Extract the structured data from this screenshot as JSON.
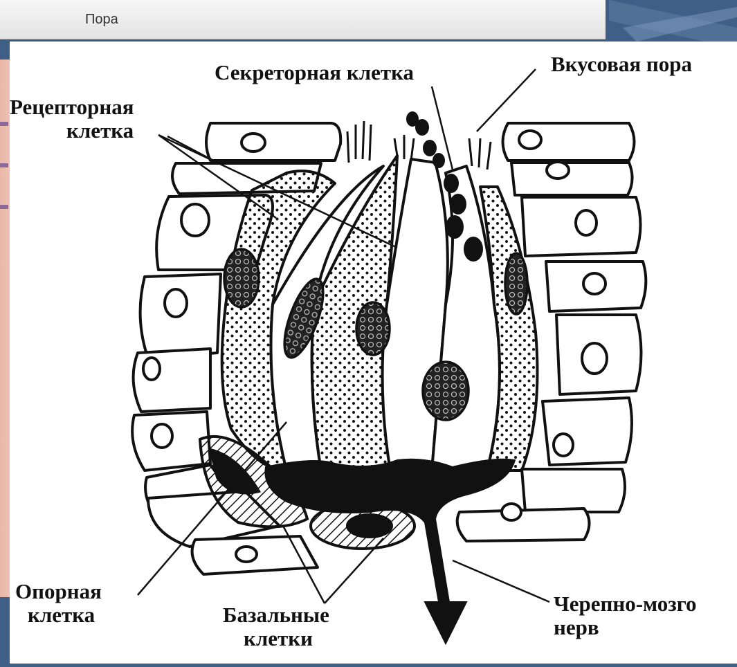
{
  "window": {
    "title": "Пора"
  },
  "figure": {
    "labels": {
      "secretory": "Секреторная клетка",
      "taste_pore": "Вкусовая пора",
      "receptor_line1": "Рецепторная",
      "receptor_line2": "клетка",
      "support_line1": "Опорная",
      "support_line2": "клетка",
      "basal_line1": "Базальные",
      "basal_line2": "клетки",
      "nerve_line1": "Черепно-мозго",
      "nerve_line2": "нерв"
    }
  }
}
